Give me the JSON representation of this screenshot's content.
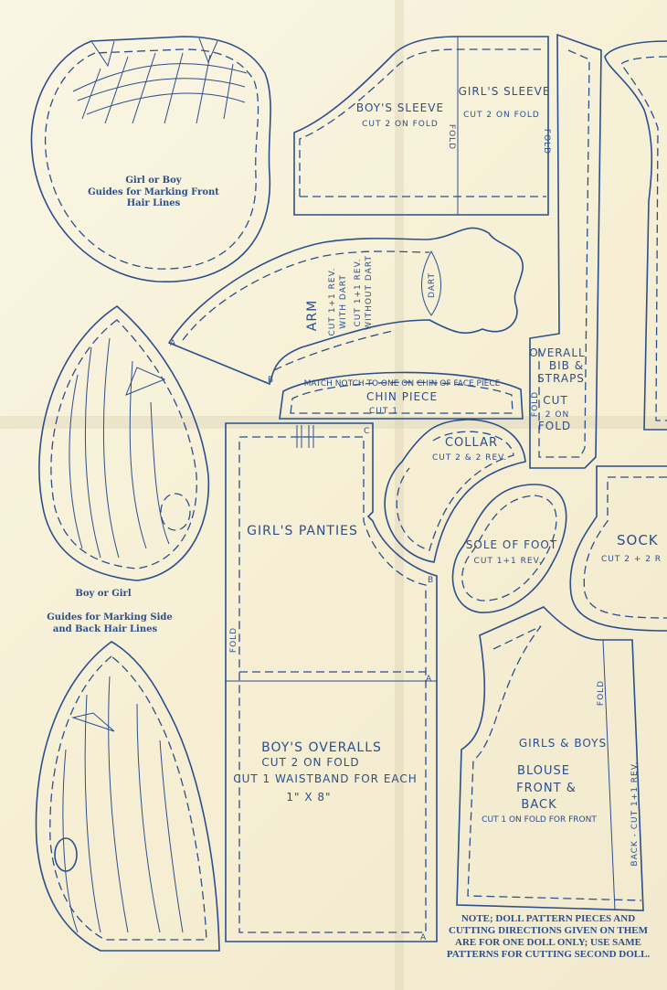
{
  "front_guide": {
    "line1": "Girl or Boy",
    "line2": "Guides for Marking Front",
    "line3": "Hair Lines"
  },
  "side_guide": {
    "line1": "Boy or Girl",
    "line2": "Guides for Marking Side",
    "line3": "and Back Hair Lines"
  },
  "boys_sleeve": {
    "title": "BOY'S SLEEVE",
    "cut": "CUT 2 ON FOLD",
    "fold": "FOLD"
  },
  "girls_sleeve": {
    "title": "GIRL'S SLEEVE",
    "cut": "CUT 2 ON FOLD",
    "fold": "FOLD"
  },
  "arm": {
    "title": "ARM",
    "cut1": "CUT 1+1 REV.",
    "cut1b": "WITH DART",
    "cut2": "CUT 1+1 REV.",
    "cut2b": "WITHOUT DART",
    "dart": "DART",
    "mark_a": "A",
    "mark_b": "B"
  },
  "chin": {
    "title": "CHIN PIECE",
    "match": "MATCH NOTCH TO ONE ON CHIN OF FACE PIECE",
    "cut": "CUT 1"
  },
  "overall_bib": {
    "line1": "OVERALL",
    "line2": "BIB &",
    "line3": "STRAPS",
    "cut1": "CUT",
    "cut2": "2 ON",
    "cut3": "FOLD",
    "fold": "FOLD"
  },
  "panties": {
    "title": "GIRL'S PANTIES",
    "fold": "FOLD",
    "mark_c": "C",
    "mark_b": "B",
    "mark_a": "A"
  },
  "overalls": {
    "title": "BOY'S OVERALLS",
    "cut1": "CUT 2 ON FOLD",
    "cut2": "CUT 1  WAISTBAND FOR EACH",
    "size": "1\" X 8\"",
    "mark_a": "A"
  },
  "collar": {
    "title": "COLLAR",
    "cut": "CUT 2 & 2 REV."
  },
  "sole": {
    "title": "SOLE OF FOOT",
    "cut": "CUT 1+1 REV."
  },
  "sock": {
    "title": "SOCK",
    "cut": "CUT 2 + 2 R"
  },
  "blouse": {
    "line1": "GIRLS & BOYS",
    "line2": "BLOUSE",
    "line3": "FRONT &",
    "line4": "BACK",
    "cut": "CUT 1 ON FOLD FOR FRONT",
    "fold": "FOLD",
    "back": "BACK - CUT 1+1 REV."
  },
  "note": {
    "line1": "NOTE; DOLL PATTERN PIECES AND",
    "line2": "CUTTING DIRECTIONS GIVEN ON THEM",
    "line3": "ARE FOR ONE DOLL ONLY; USE SAME",
    "line4": "PATTERNS FOR CUTTING SECOND DOLL."
  }
}
